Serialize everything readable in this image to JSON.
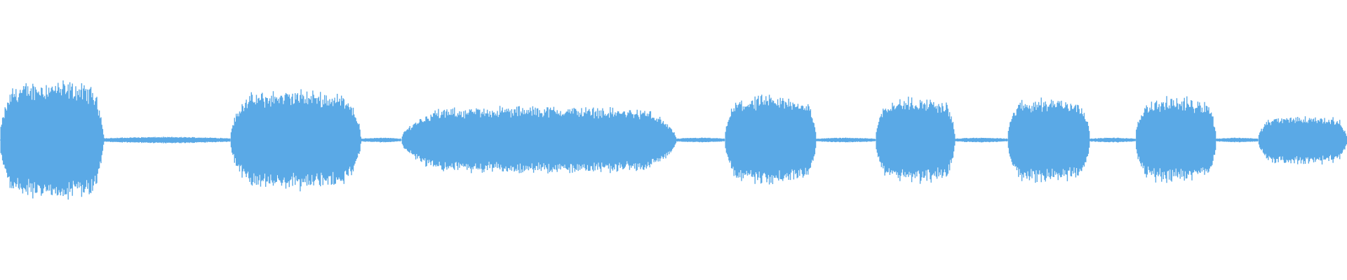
{
  "waveform": {
    "color": "#5aa9e6",
    "background": "#ffffff",
    "segments": [
      {
        "start": 0.0,
        "end": 0.077,
        "peak": 0.74,
        "kind": "voiced"
      },
      {
        "start": 0.077,
        "end": 0.171,
        "peak": 0.04,
        "kind": "silence"
      },
      {
        "start": 0.171,
        "end": 0.268,
        "peak": 0.62,
        "kind": "voiced"
      },
      {
        "start": 0.268,
        "end": 0.298,
        "peak": 0.03,
        "kind": "silence"
      },
      {
        "start": 0.298,
        "end": 0.502,
        "peak": 0.42,
        "kind": "voiced"
      },
      {
        "start": 0.502,
        "end": 0.538,
        "peak": 0.03,
        "kind": "silence"
      },
      {
        "start": 0.538,
        "end": 0.606,
        "peak": 0.55,
        "kind": "voiced"
      },
      {
        "start": 0.606,
        "end": 0.65,
        "peak": 0.03,
        "kind": "silence"
      },
      {
        "start": 0.65,
        "end": 0.709,
        "peak": 0.53,
        "kind": "voiced"
      },
      {
        "start": 0.709,
        "end": 0.748,
        "peak": 0.03,
        "kind": "silence"
      },
      {
        "start": 0.748,
        "end": 0.809,
        "peak": 0.53,
        "kind": "voiced"
      },
      {
        "start": 0.809,
        "end": 0.843,
        "peak": 0.03,
        "kind": "silence"
      },
      {
        "start": 0.843,
        "end": 0.903,
        "peak": 0.53,
        "kind": "voiced"
      },
      {
        "start": 0.903,
        "end": 0.934,
        "peak": 0.03,
        "kind": "silence"
      },
      {
        "start": 0.934,
        "end": 1.0,
        "peak": 0.3,
        "kind": "voiced"
      }
    ]
  }
}
